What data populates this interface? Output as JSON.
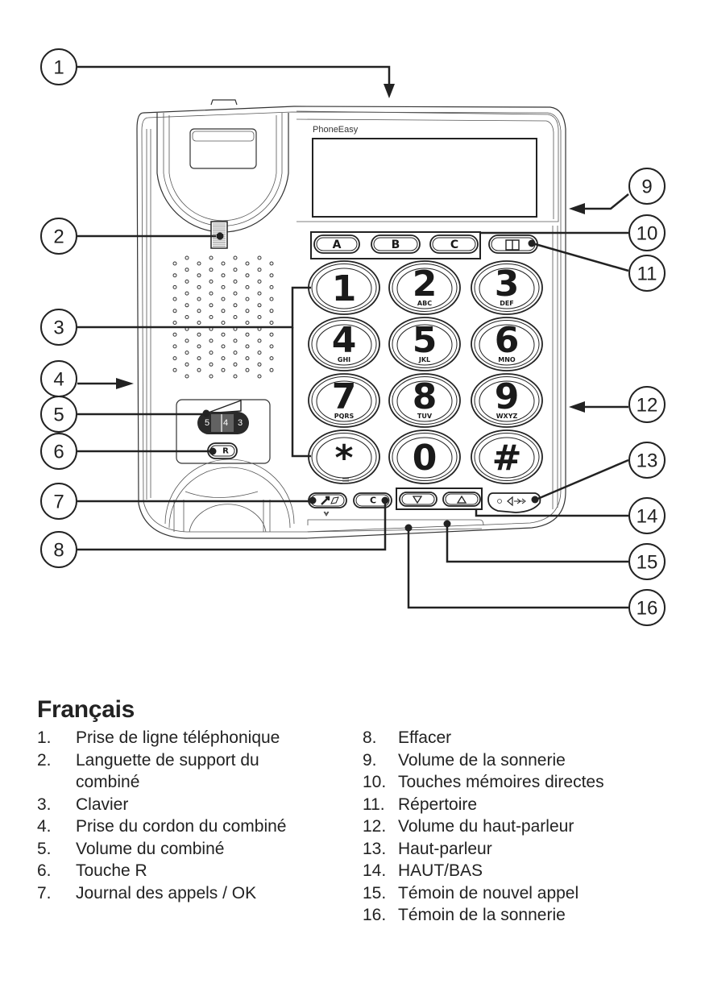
{
  "device": {
    "brand_label": "PhoneEasy",
    "memory_keys": [
      "A",
      "B",
      "C"
    ],
    "phonebook_icon": "book-icon",
    "keypad": [
      {
        "digit": "1",
        "letters": ""
      },
      {
        "digit": "2",
        "letters": "ABC"
      },
      {
        "digit": "3",
        "letters": "DEF"
      },
      {
        "digit": "4",
        "letters": "GHI"
      },
      {
        "digit": "5",
        "letters": "JKL"
      },
      {
        "digit": "6",
        "letters": "MNO"
      },
      {
        "digit": "7",
        "letters": "PQRS"
      },
      {
        "digit": "8",
        "letters": "TUV"
      },
      {
        "digit": "9",
        "letters": "WXYZ"
      },
      {
        "digit": "*",
        "letters": ""
      },
      {
        "digit": "0",
        "letters": ""
      },
      {
        "digit": "#",
        "letters": ""
      }
    ],
    "handset_volume_levels": [
      "5",
      "4",
      "3"
    ],
    "r_key_label": "R",
    "clear_key_label": "C",
    "calllog_icon": "call-log-ok-icon",
    "down_icon": "triangle-down-icon",
    "up_icon": "triangle-up-icon",
    "speaker_icon": "speakerphone-icon"
  },
  "callouts": [
    "1",
    "2",
    "3",
    "4",
    "5",
    "6",
    "7",
    "8",
    "9",
    "10",
    "11",
    "12",
    "13",
    "14",
    "15",
    "16"
  ],
  "legend": {
    "title": "Français",
    "items": [
      {
        "num": "1.",
        "text": "Prise de ligne téléphonique"
      },
      {
        "num": "2.",
        "text": "Languette de support du combiné"
      },
      {
        "num": "3.",
        "text": "Clavier"
      },
      {
        "num": "4.",
        "text": "Prise du cordon du combiné"
      },
      {
        "num": "5.",
        "text": "Volume du combiné"
      },
      {
        "num": "6.",
        "text": "Touche R"
      },
      {
        "num": "7.",
        "text": "Journal des appels / OK"
      },
      {
        "num": "8.",
        "text": "Effacer"
      },
      {
        "num": "9.",
        "text": "Volume de la sonnerie"
      },
      {
        "num": "10.",
        "text": "Touches mémoires directes"
      },
      {
        "num": "11.",
        "text": "Répertoire"
      },
      {
        "num": "12.",
        "text": "Volume du haut-parleur"
      },
      {
        "num": "13.",
        "text": "Haut-parleur"
      },
      {
        "num": "14.",
        "text": "HAUT/BAS"
      },
      {
        "num": "15.",
        "text": "Témoin de nouvel appel"
      },
      {
        "num": "16.",
        "text": "Témoin de la sonnerie"
      }
    ]
  }
}
